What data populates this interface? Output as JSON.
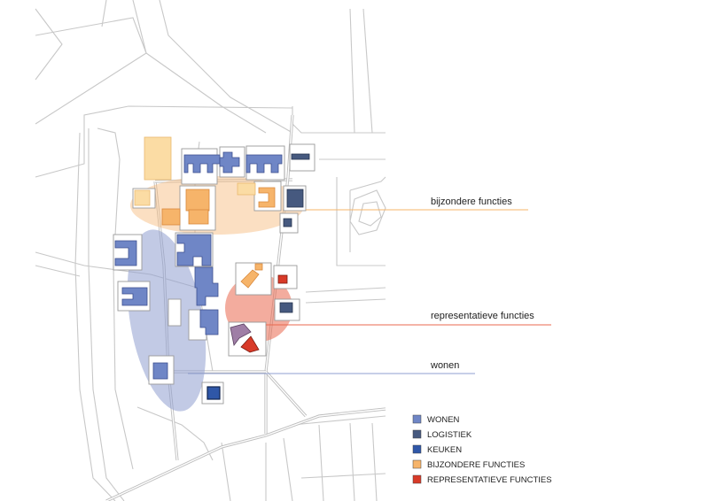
{
  "zones": {
    "bijzondere": {
      "label": "bijzondere functies",
      "color": "#f4b46a"
    },
    "representatieve": {
      "label": "representatieve functies",
      "color": "#e8684f"
    },
    "wonen": {
      "label": "wonen",
      "color": "#8f9fd0"
    }
  },
  "legend": [
    {
      "label": "WONEN",
      "color": "#6f86c6"
    },
    {
      "label": "LOGISTIEK",
      "color": "#46597f"
    },
    {
      "label": "KEUKEN",
      "color": "#2f57a8"
    },
    {
      "label": "BIJZONDERE FUNCTIES",
      "color": "#f6b46a"
    },
    {
      "label": "REPRESENTATIEVE FUNCTIES",
      "color": "#d83a28"
    }
  ]
}
